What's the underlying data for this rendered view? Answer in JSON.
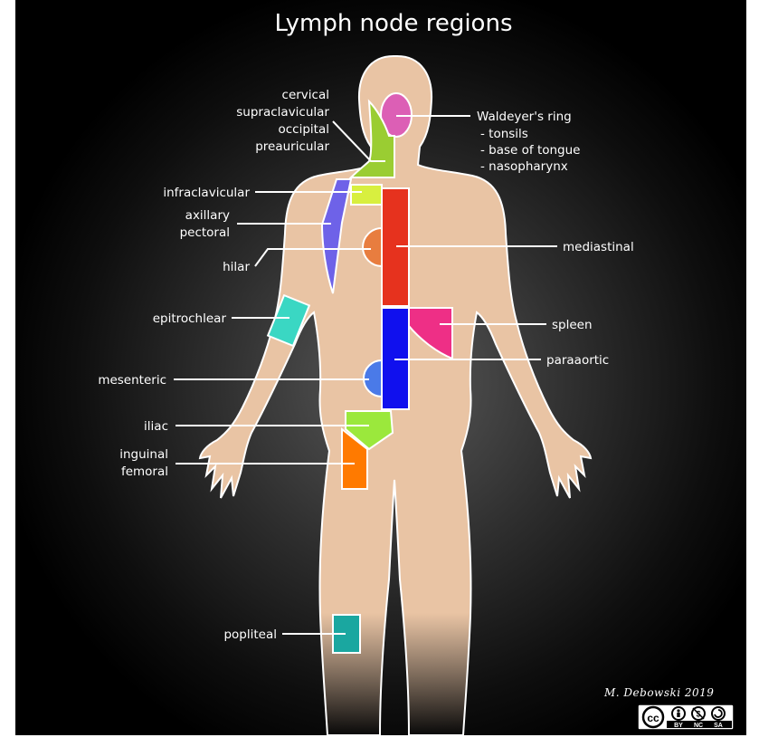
{
  "title": "Lymph node regions",
  "left_labels": {
    "cervical_group": [
      "cervical",
      "supraclavicular",
      "occipital",
      "preauricular"
    ],
    "infraclavicular": "infraclavicular",
    "axillary_group": [
      "axillary",
      "pectoral"
    ],
    "hilar": "hilar",
    "epitrochlear": "epitrochlear",
    "mesenteric": "mesenteric",
    "iliac": "iliac",
    "inguinal_group": [
      "inguinal",
      "femoral"
    ],
    "popliteal": "popliteal"
  },
  "right_labels": {
    "waldeyer_group": [
      "Waldeyer's ring",
      "- tonsils",
      "- base of tongue",
      "- nasopharynx"
    ],
    "mediastinal": "mediastinal",
    "spleen": "spleen",
    "paraaortic": "paraaortic"
  },
  "credit": "M. Debowski 2019",
  "license": {
    "abbrevs": [
      "BY",
      "NC",
      "SA"
    ],
    "cc": "cc"
  },
  "region_colors": {
    "body": "#e9c4a4",
    "waldeyer": "#dc5fb5",
    "cervical": "#9acd32",
    "infraclavicular": "#d8ef3f",
    "axillary": "#6e62e8",
    "hilar": "#e87d3f",
    "mediastinal": "#e6321e",
    "epitrochlear": "#3ad7c3",
    "spleen": "#ee2f86",
    "paraaortic": "#1010ee",
    "mesenteric": "#4a7ae8",
    "iliac": "#9be83c",
    "inguinal": "#ff7a00",
    "popliteal": "#1aa7a0"
  }
}
